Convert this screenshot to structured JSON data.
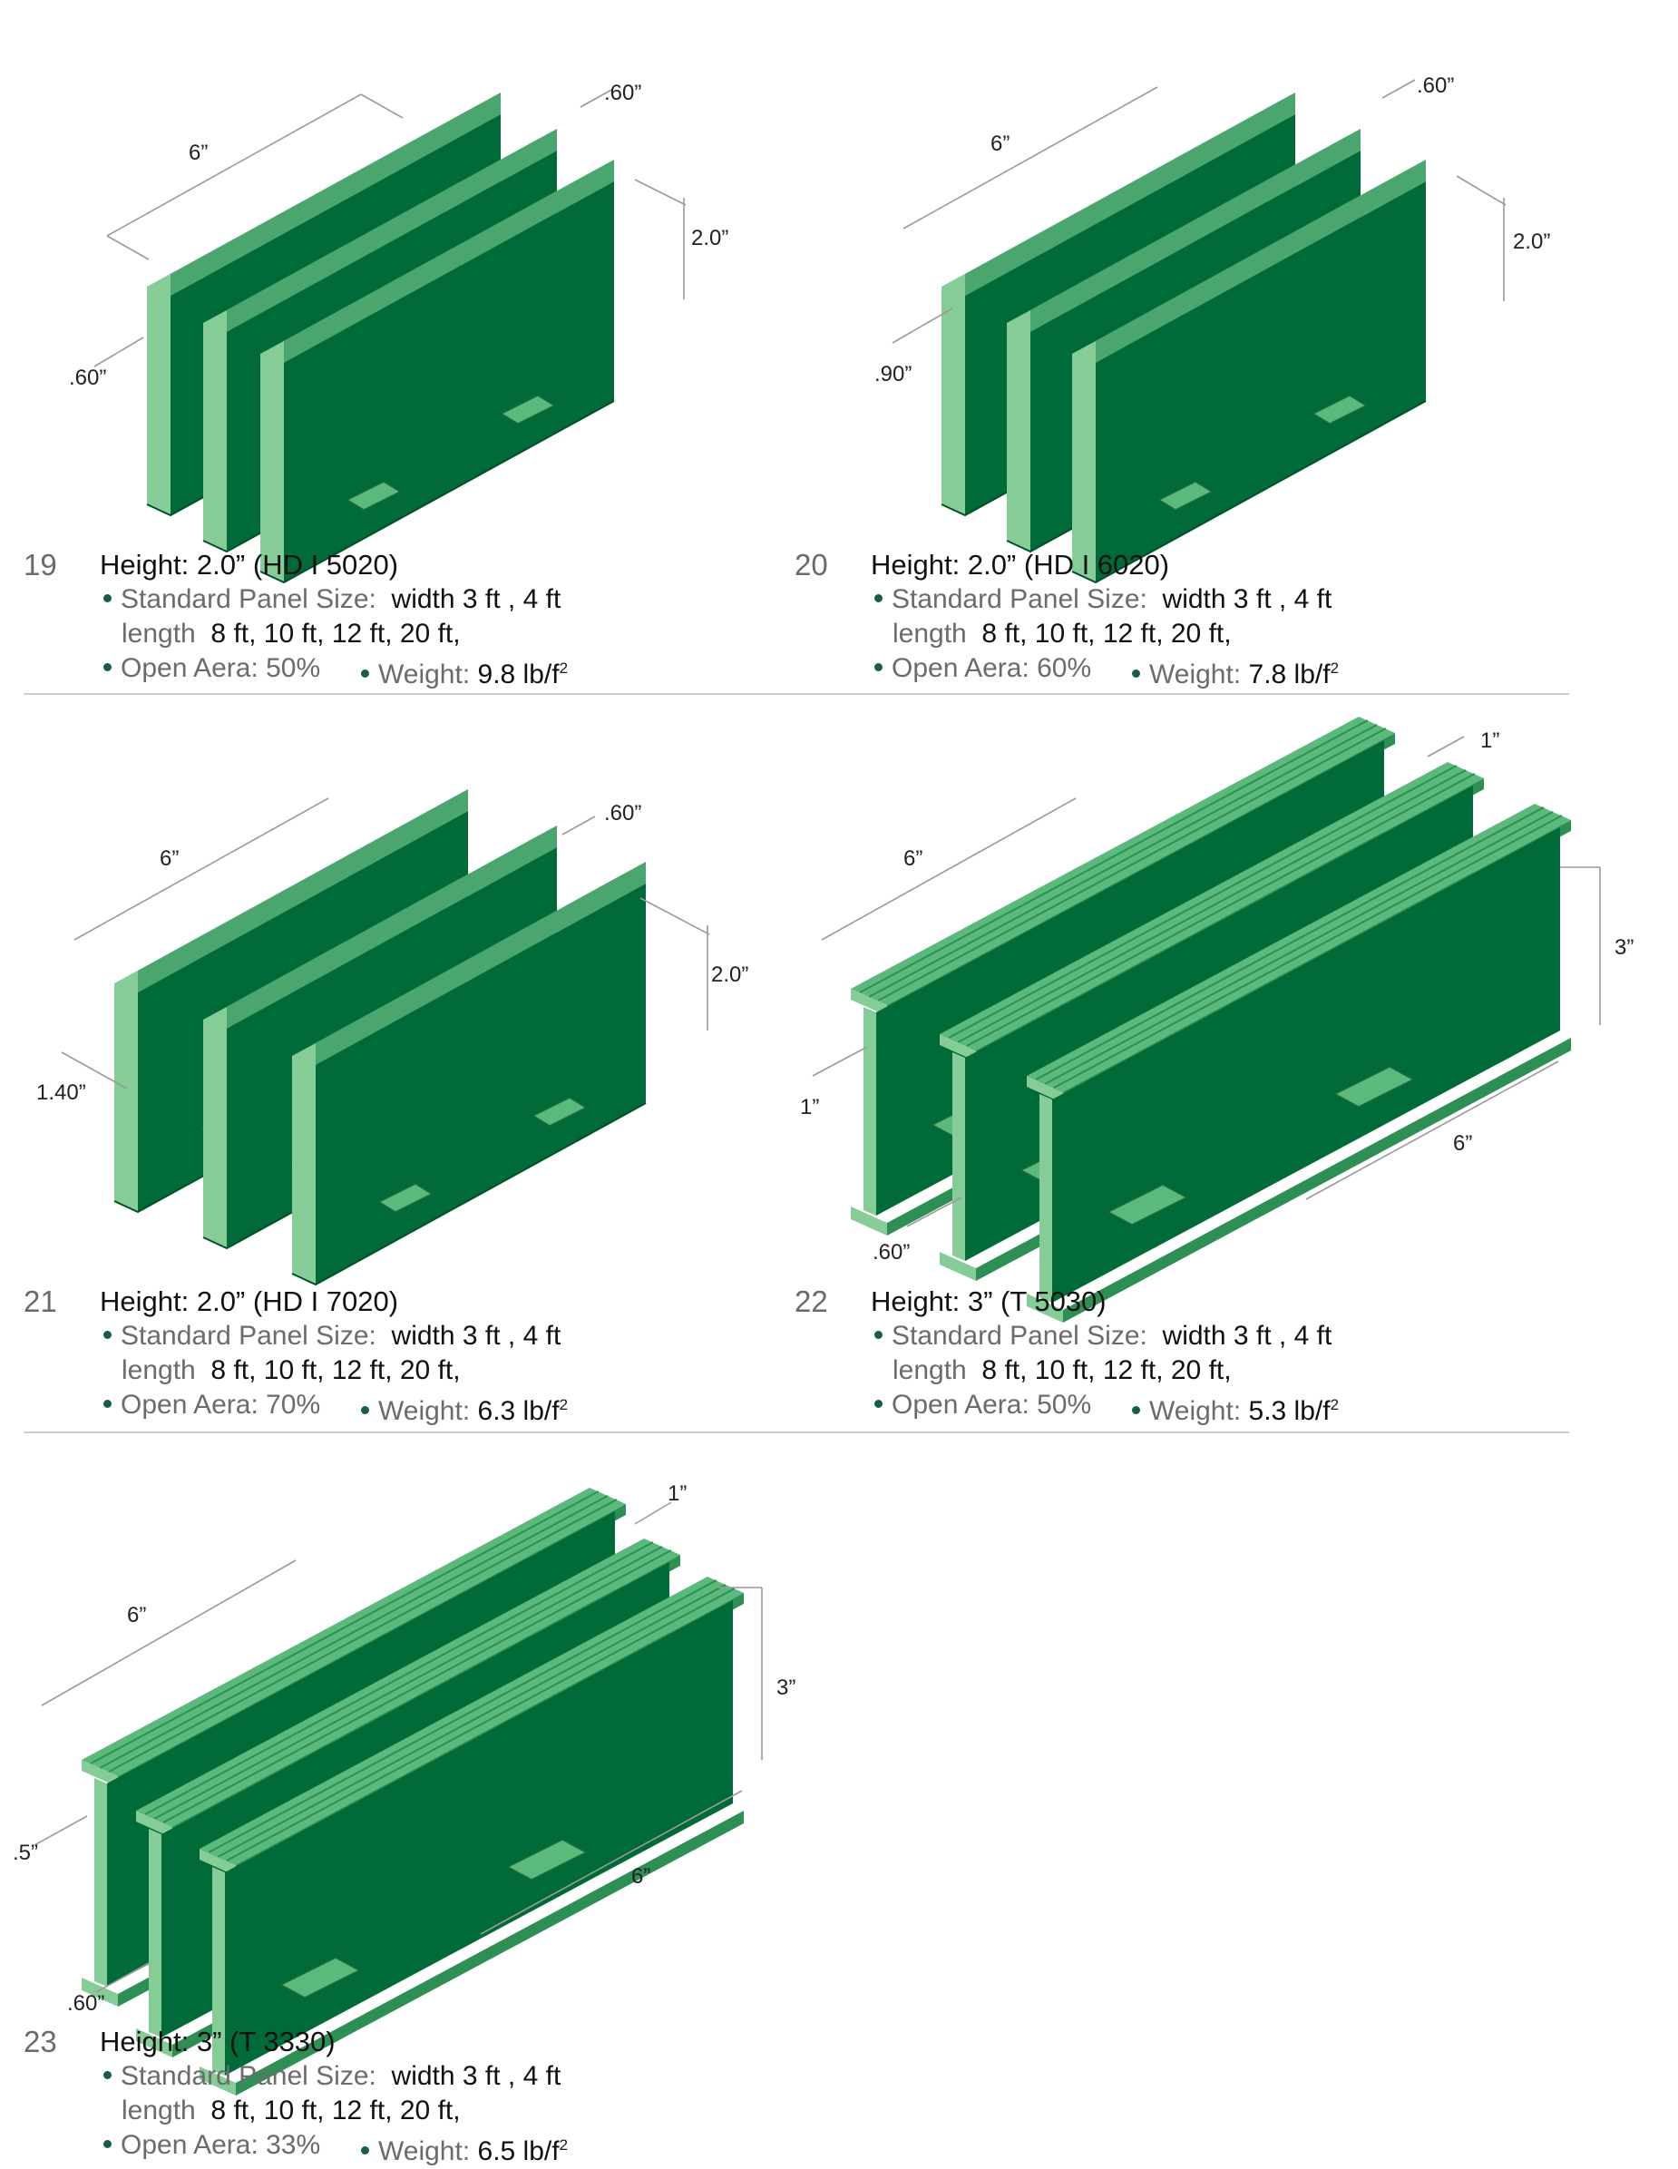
{
  "colors": {
    "green_top": "#4aa66e",
    "green_front": "#006a38",
    "green_end": "#86cc96",
    "bullet": "#175d4e",
    "divider": "#cfcfcf"
  },
  "items": [
    {
      "number": "19",
      "title": "Height: 2.0” (HD I 5020)",
      "std_label": "Standard Panel Size:",
      "std_value": "width 3 ft , 4 ft",
      "len_label": "length",
      "len_value": "8 ft, 10 ft, 12 ft, 20 ft,",
      "open_label": "Open Aera:",
      "open_value": "50%",
      "weight_label": "Weight:",
      "weight_value": "9.8 lb/f",
      "weight_sup": "2",
      "dims": {
        "length": "6”",
        "top": ".60”",
        "height": "2.0”",
        "width": ".60”"
      }
    },
    {
      "number": "20",
      "title": "Height: 2.0” (HD I 6020)",
      "std_label": "Standard Panel Size:",
      "std_value": "width 3 ft , 4 ft",
      "len_label": "length",
      "len_value": "8 ft, 10 ft, 12 ft, 20 ft,",
      "open_label": "Open Aera:",
      "open_value": "60%",
      "weight_label": "Weight:",
      "weight_value": "7.8 lb/f",
      "weight_sup": "2",
      "dims": {
        "length": "6”",
        "top": ".60”",
        "height": "2.0”",
        "width": ".90”"
      }
    },
    {
      "number": "21",
      "title": "Height: 2.0” (HD I 7020)",
      "std_label": "Standard Panel Size:",
      "std_value": "width 3 ft , 4 ft",
      "len_label": "length",
      "len_value": "8 ft, 10 ft, 12 ft, 20 ft,",
      "open_label": "Open Aera:",
      "open_value": "70%",
      "weight_label": "Weight:",
      "weight_value": "6.3 lb/f",
      "weight_sup": "2",
      "dims": {
        "length": "6”",
        "top": ".60”",
        "height": "2.0”",
        "width": "1.40”"
      }
    },
    {
      "number": "22",
      "title": "Height: 3” (T 5030)",
      "std_label": "Standard Panel Size:",
      "std_value": "width 3 ft , 4 ft",
      "len_label": "length",
      "len_value": "8 ft, 10 ft, 12 ft, 20 ft,",
      "open_label": "Open Aera:",
      "open_value": "50%",
      "weight_label": "Weight:",
      "weight_value": "5.3 lb/f",
      "weight_sup": "2",
      "dims": {
        "length": "6”",
        "top": "1”",
        "height": "3”",
        "side": "1”",
        "bottom": ".60”",
        "cross": "6”"
      }
    },
    {
      "number": "23",
      "title": "Height: 3” (T 3330)",
      "std_label": "Standard Panel Size:",
      "std_value": "width 3 ft , 4 ft",
      "len_label": "length",
      "len_value": "8 ft, 10 ft, 12 ft, 20 ft,",
      "open_label": "Open Aera:",
      "open_value": "33%",
      "weight_label": "Weight:",
      "weight_value": "6.5 lb/f",
      "weight_sup": "2",
      "dims": {
        "length": "6”",
        "top": "1”",
        "height": "3”",
        "side": ".5”",
        "bottom": ".60”",
        "cross": "6”"
      }
    }
  ]
}
